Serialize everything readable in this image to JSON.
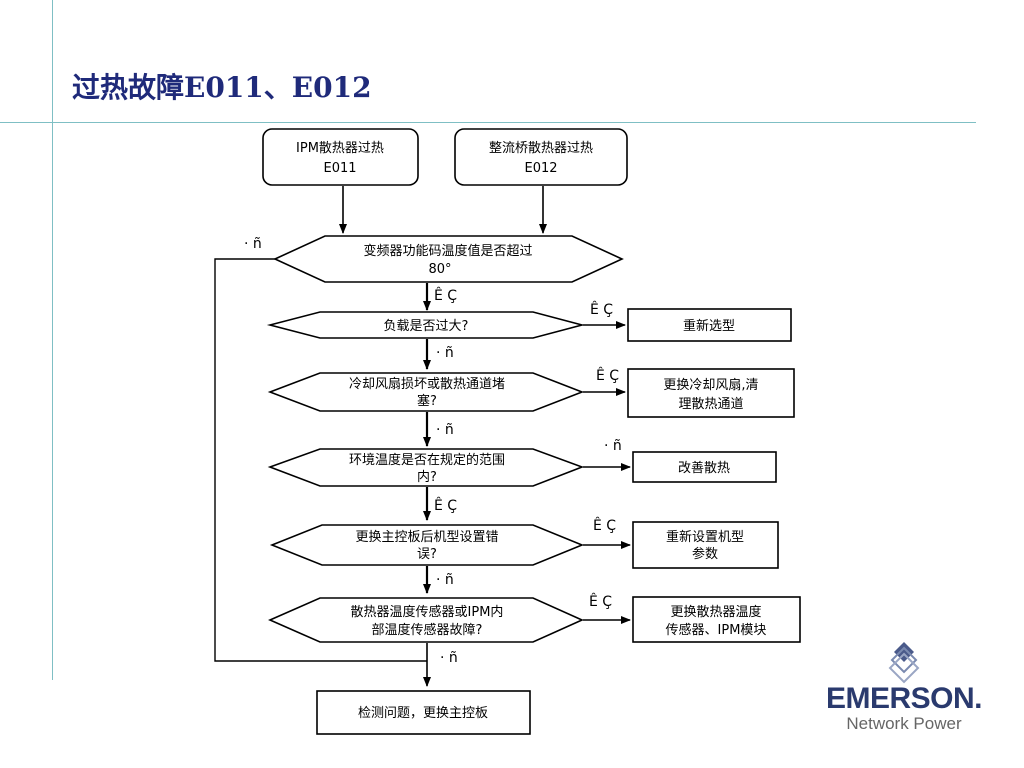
{
  "slide": {
    "title": "过热故障E011、E012"
  },
  "flowchart": {
    "starts": [
      {
        "line1": "IPM散热器过热",
        "line2": "E011"
      },
      {
        "line1": "整流桥散热器过热",
        "line2": "E012"
      }
    ],
    "decisions": [
      {
        "line1": "变频器功能码温度值是否超过",
        "line2": "80°"
      },
      {
        "line1": "负载是否过大?",
        "line2": ""
      },
      {
        "line1": "冷却风扇损坏或散热通道堵",
        "line2": "塞?"
      },
      {
        "line1": "环境温度是否在规定的范围",
        "line2": "内?"
      },
      {
        "line1": "更换主控板后机型设置错",
        "line2": "误?"
      },
      {
        "line1": "散热器温度传感器或IPM内",
        "line2": "部温度传感器故障?"
      }
    ],
    "actions": [
      {
        "line1": "重新选型",
        "line2": ""
      },
      {
        "line1": "更换冷却风扇,清",
        "line2": "理散热通道"
      },
      {
        "line1": "改善散热",
        "line2": ""
      },
      {
        "line1": "重新设置机型",
        "line2": "参数"
      },
      {
        "line1": "更换散热器温度",
        "line2": "传感器、IPM模块"
      }
    ],
    "end": {
      "label": "检测问题，更换主控板"
    },
    "edge_labels": {
      "d1_left": "· ñ",
      "d1_down": "Ê Ç",
      "d2_right": "Ê Ç",
      "d2_down": "· ñ",
      "d3_right": "Ê Ç",
      "d3_down": "· ñ",
      "d4_right": "· ñ",
      "d4_down": "Ê Ç",
      "d5_right": "Ê Ç",
      "d5_down": "· ñ",
      "d6_right": "Ê Ç",
      "d6_down": "· ñ"
    }
  },
  "logo": {
    "name": "EMERSON.",
    "sub": "Network Power"
  }
}
